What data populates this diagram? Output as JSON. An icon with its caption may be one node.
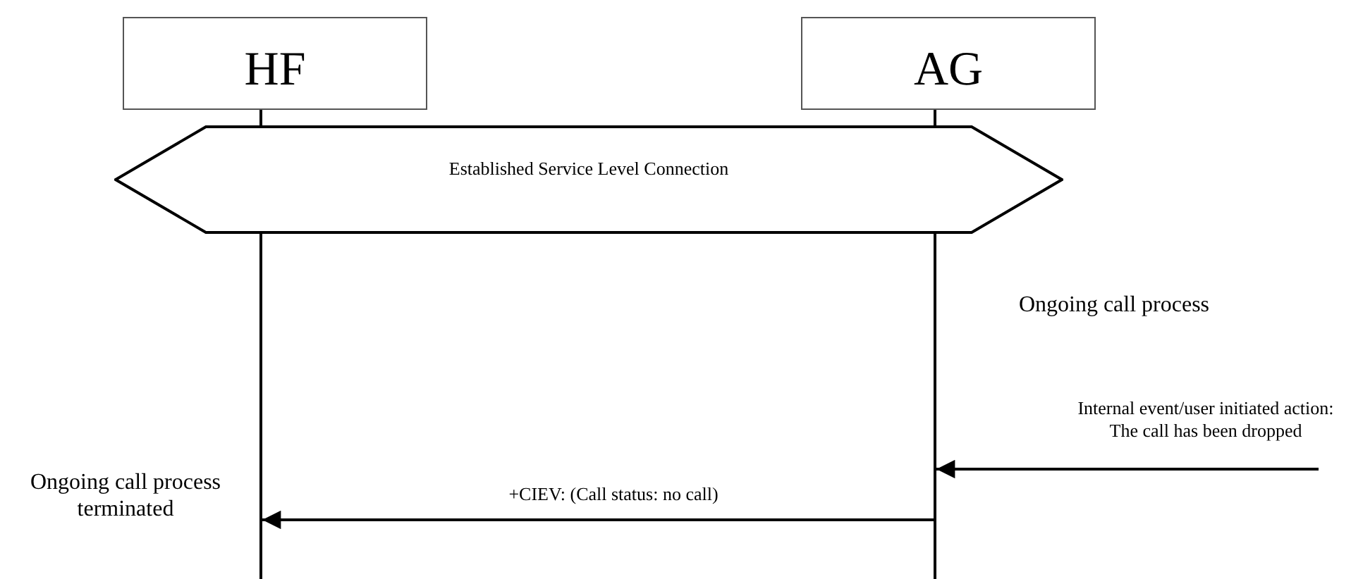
{
  "diagram": {
    "nodes": [
      {
        "text": [
          "HF"
        ]
      },
      {
        "text": [
          "AG"
        ]
      },
      {
        "text": [
          "Established Service Level Connection"
        ]
      },
      {
        "text": [],
        "shape": "bar"
      },
      {
        "text": [],
        "shape": "bar"
      }
    ],
    "edges": [
      {
        "from": null,
        "to": 4,
        "arrow": "to",
        "label": "Internal event/user initiated action: The call has been dropped"
      },
      {
        "from": 4,
        "to": 3,
        "arrow": "to",
        "label": "+CIEV: (Call status: no call)"
      }
    ],
    "labels": [
      "Ongoing call process",
      "Ongoing call process terminated"
    ]
  }
}
